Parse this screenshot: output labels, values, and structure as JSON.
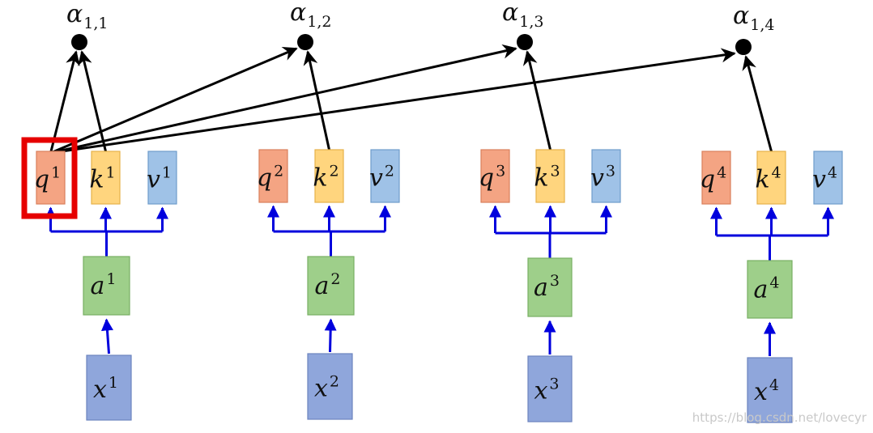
{
  "colors": {
    "q_fill": "#F4A483",
    "q_stroke": "#D97F5C",
    "k_fill": "#FFD57E",
    "k_stroke": "#E6B24A",
    "v_fill": "#9FC2E7",
    "v_stroke": "#6E9CCB",
    "a_fill": "#9ECF8A",
    "a_stroke": "#78AF63",
    "x_fill": "#8FA6DB",
    "x_stroke": "#6C84BF",
    "blue_arrow": "#0000DD",
    "black_arrow": "#000000",
    "highlight": "#E60000"
  },
  "columns": [
    {
      "x": {
        "base": "x",
        "sup": "1"
      },
      "a": {
        "base": "a",
        "sup": "1"
      },
      "q": {
        "base": "q",
        "sup": "1"
      },
      "k": {
        "base": "k",
        "sup": "1"
      },
      "v": {
        "base": "v",
        "sup": "1"
      },
      "alpha": {
        "base": "α",
        "sub": "1,1"
      }
    },
    {
      "x": {
        "base": "x",
        "sup": "2"
      },
      "a": {
        "base": "a",
        "sup": "2"
      },
      "q": {
        "base": "q",
        "sup": "2"
      },
      "k": {
        "base": "k",
        "sup": "2"
      },
      "v": {
        "base": "v",
        "sup": "2"
      },
      "alpha": {
        "base": "α",
        "sub": "1,2"
      }
    },
    {
      "x": {
        "base": "x",
        "sup": "3"
      },
      "a": {
        "base": "a",
        "sup": "3"
      },
      "q": {
        "base": "q",
        "sup": "3"
      },
      "k": {
        "base": "k",
        "sup": "3"
      },
      "v": {
        "base": "v",
        "sup": "3"
      },
      "alpha": {
        "base": "α",
        "sub": "1,3"
      }
    },
    {
      "x": {
        "base": "x",
        "sup": "4"
      },
      "a": {
        "base": "a",
        "sup": "4"
      },
      "q": {
        "base": "q",
        "sup": "4"
      },
      "k": {
        "base": "k",
        "sup": "4"
      },
      "v": {
        "base": "v",
        "sup": "4"
      },
      "alpha": {
        "base": "α",
        "sub": "1,4"
      }
    }
  ],
  "highlighted": "q1",
  "watermark": "https://blog.csdn.net/lovecyr"
}
